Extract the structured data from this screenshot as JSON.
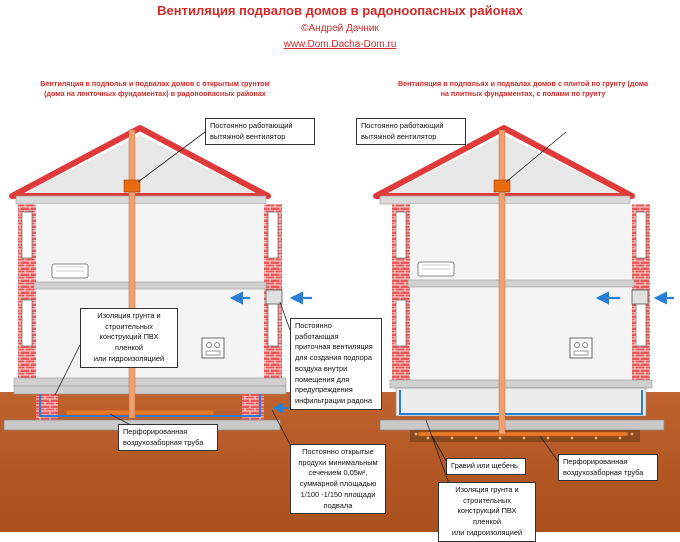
{
  "header": {
    "title": "Вентиляция подвалов домов в радоноопасных районах",
    "author": "©Андрей Дачник",
    "site": "www.Dom.Dacha-Dom.ru"
  },
  "left_house": {
    "subtitle_line1": "Вентиляция в подполья и подвалах домов с открытым грунтом",
    "subtitle_line2": "(дома на ленточных фундаментах) в радоноопасных районах"
  },
  "right_house": {
    "subtitle_line1": "Вентиляция в подпольях и подвалах домов с плитой по грунту (дома",
    "subtitle_line2": "на плитных фундаментах, с полами по грунту"
  },
  "labels": {
    "exhaust_fan": [
      "Постоянно работающий",
      "вытяжной вентилятор"
    ],
    "insulation_left": [
      "Изоляция грунта и",
      "строительных",
      "конструкций ПВХ пленкой",
      "или гидроизоляцией"
    ],
    "supply_vent": [
      "Постоянно",
      "работающая",
      "приточная вентиляция",
      "для создания подпора",
      "воздуха внутри",
      "помещения для",
      "предупреждения",
      "инфильтрации радона"
    ],
    "perforated_left": [
      "Перфорированная",
      "воздухозаборная труба"
    ],
    "open_vents": [
      "Постоянно открытые",
      "продухи минимальным",
      "сечением 0,05м²,",
      "суммарной площадью",
      "1/100 -1/150 площади",
      "подвала"
    ],
    "gravel": [
      "Гравий или щебень"
    ],
    "perforated_right": [
      "Перфорированная",
      "воздухозаборная труба"
    ],
    "insulation_right": [
      "Изоляция грунта и",
      "строительных",
      "конструкций ПВХ пленкой",
      "или гидроизоляцией"
    ]
  },
  "colors": {
    "title": "#d42a2a",
    "roof": "#e03a3a",
    "soil": "#b85a2a",
    "brick": "#e85858",
    "pipe": "#f0a070",
    "fan": "#e86a10",
    "arrow": "#2a7fd4",
    "slab": "#c8c8c8"
  }
}
